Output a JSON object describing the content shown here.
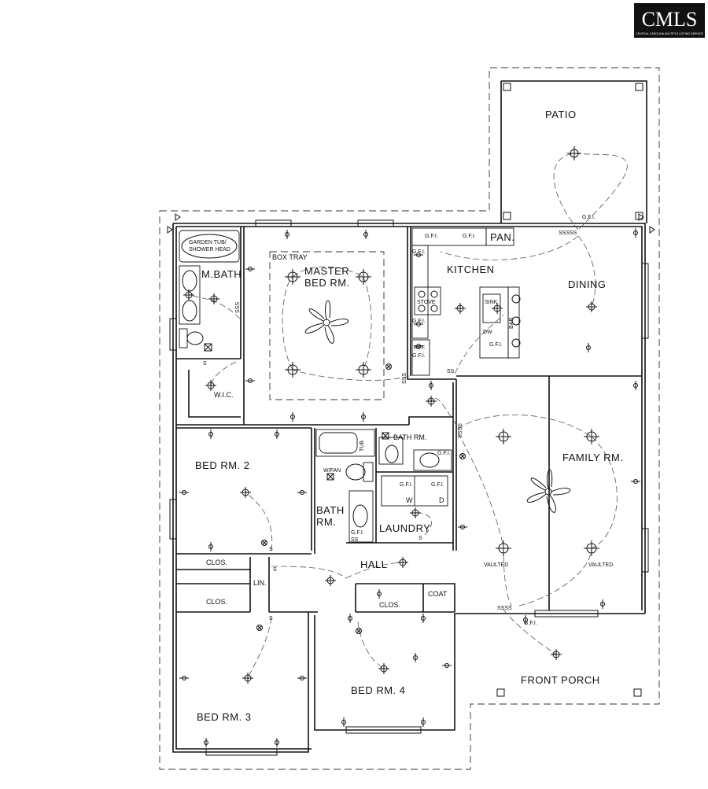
{
  "branding": {
    "logo_text": "CMLS",
    "logo_subtext": "CENTRAL CAROLINA MULTIPLE LISTING SERVICE"
  },
  "rooms": {
    "patio": "PATIO",
    "pan": "PAN.",
    "kitchen": "KITCHEN",
    "dining": "DINING",
    "master_line1": "MASTER",
    "master_line2": "BED RM.",
    "box_tray": "BOX TRAY",
    "mbath": "M.BATH",
    "garden_tub_1": "GARDEN TUB/",
    "garden_tub_2": "SHOWER HEAD",
    "wic": "W.I.C.",
    "bath_rm": "BATH RM.",
    "tub": "TUB",
    "bed2": "BED RM. 2",
    "bath_1": "BATH",
    "bath_2": "RM.",
    "laundry": "LAUNDRY",
    "family": "FAMILY RM.",
    "hall": "HALL",
    "lin": "LIN.",
    "clos_a": "CLOS.",
    "clos_b": "CLOS.",
    "clos_c": "CLOS.",
    "coat": "COAT",
    "bed3": "BED RM. 3",
    "bed4": "BED RM. 4",
    "front_porch": "FRONT PORCH"
  },
  "fixtures": {
    "stove": "STOVE",
    "ref": "REF.",
    "sink": "SINK",
    "bar": "BAR",
    "dw": "DW",
    "wfan": "W/FAN",
    "w": "W",
    "d": "D",
    "vaulted_a": "VAULTED",
    "vaulted_b": "VAULTED"
  },
  "gfi": "G.F.I.",
  "switch_marks": {
    "s": "S",
    "ss": "SS",
    "sss": "SSS",
    "ssss": "SSSS",
    "sssss": "SSSSS"
  }
}
